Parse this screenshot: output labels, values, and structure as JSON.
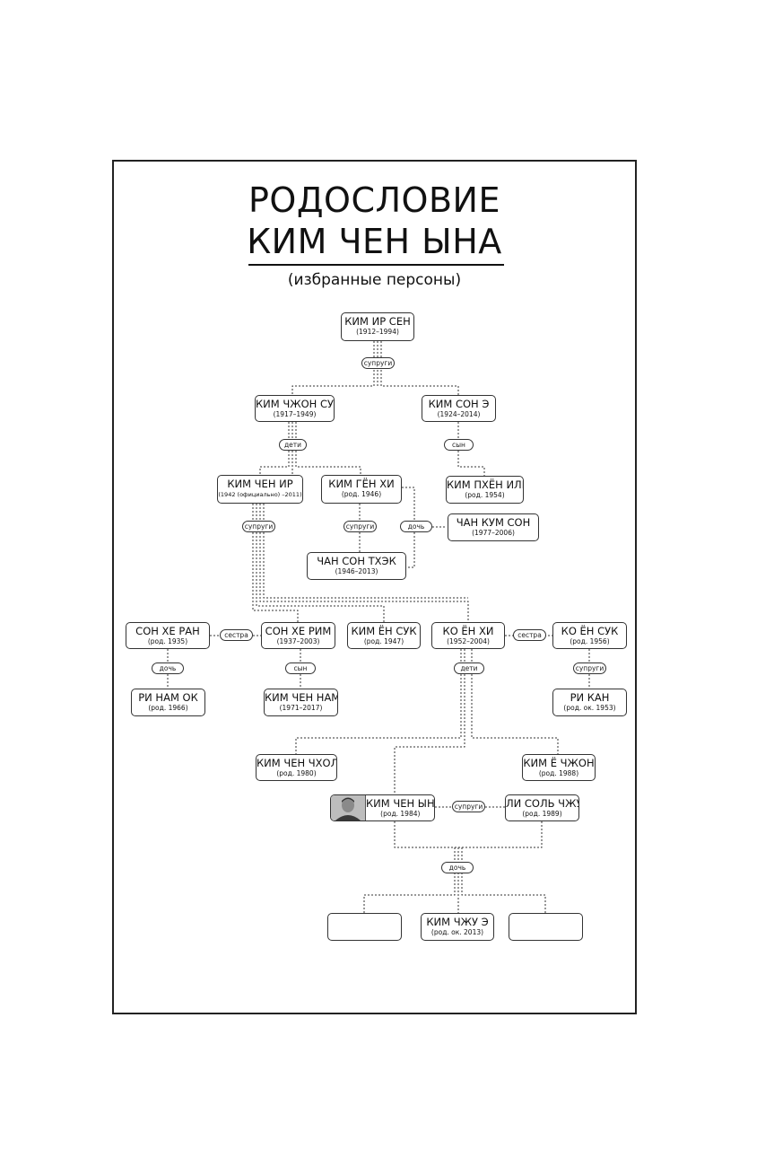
{
  "title": {
    "line1": "РОДОСЛОВИЕ",
    "line2": "КИМ ЧЕН ЫНА"
  },
  "subtitle": "(избранные персоны)",
  "people": {
    "kim_ir_sen": {
      "name": "КИМ ИР СЕН",
      "dates": "(1912–1994)"
    },
    "kim_jong_suk": {
      "name": "КИМ ЧЖОН СУК",
      "dates": "(1917–1949)"
    },
    "kim_son_e": {
      "name": "КИМ СОН Э",
      "dates": "(1924–2014)"
    },
    "kim_jong_il": {
      "name": "КИМ ЧЕН ИР",
      "dates": "(1942 (официально) –2011)"
    },
    "kim_gen_hi": {
      "name": "КИМ ГЁН ХИ",
      "dates": "(род. 1946)"
    },
    "kim_phen_il": {
      "name": "КИМ ПХЁН ИЛЬ",
      "dates": "(род. 1954)"
    },
    "chan_kum_son": {
      "name": "ЧАН КУМ СОН",
      "dates": "(1977–2006)"
    },
    "chan_son_thek": {
      "name": "ЧАН СОН ТХЭК",
      "dates": "(1946–2013)"
    },
    "son_he_ran": {
      "name": "СОН ХЕ РАН",
      "dates": "(род. 1935)"
    },
    "son_he_rim": {
      "name": "СОН ХЕ РИМ",
      "dates": "(1937–2003)"
    },
    "kim_en_suk": {
      "name": "КИМ ЁН СУК",
      "dates": "(род. 1947)"
    },
    "ko_en_hi": {
      "name": "КО ЁН ХИ",
      "dates": "(1952–2004)"
    },
    "ko_en_suk": {
      "name": "КО ЁН СУК",
      "dates": "(род. 1956)"
    },
    "ri_nam_ok": {
      "name": "РИ НАМ ОК",
      "dates": "(род. 1966)"
    },
    "kim_chen_nam": {
      "name": "КИМ ЧЕН НАМ",
      "dates": "(1971–2017)"
    },
    "ri_kan": {
      "name": "РИ КАН",
      "dates": "(род. ок. 1953)"
    },
    "kim_chen_chhol": {
      "name": "КИМ ЧЕН ЧХОЛЬ",
      "dates": "(род. 1980)"
    },
    "kim_e_chzhon": {
      "name": "КИМ Ё ЧЖОН",
      "dates": "(род. 1988)"
    },
    "kim_chen_yn": {
      "name": "КИМ ЧЕН ЫН",
      "dates": "(род. 1984)"
    },
    "li_sol_chzhu": {
      "name": "ЛИ СОЛЬ ЧЖУ",
      "dates": "(род. 1989)"
    },
    "kim_chzhu_e": {
      "name": "КИМ ЧЖУ Э",
      "dates": "(род. ок. 2013)"
    },
    "unknown_child_1": {
      "name": "",
      "dates": ""
    },
    "unknown_child_2": {
      "name": "",
      "dates": ""
    }
  },
  "relations": {
    "spouses": "супруги",
    "children": "дети",
    "son": "сын",
    "daughter": "дочь",
    "sister": "сестра"
  }
}
